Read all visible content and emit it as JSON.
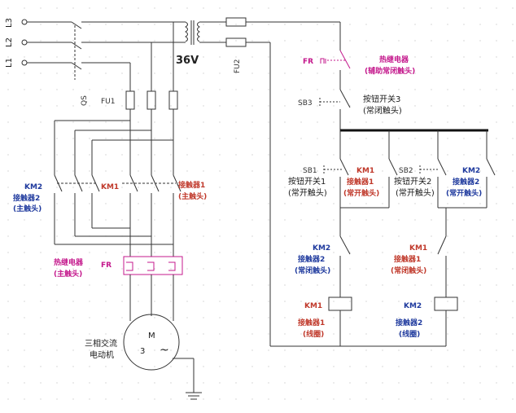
{
  "colors": {
    "km2": "#1f3a9e",
    "km1": "#c0392b",
    "fr": "#c4188c",
    "wire": "#333333",
    "busbar": "#111111"
  },
  "phases": [
    "L3",
    "L2",
    "L1"
  ],
  "transformer_voltage": "36V",
  "fuses": {
    "fu1": "FU1",
    "fu2": "FU2"
  },
  "switch": {
    "qs": "QS"
  },
  "main_circuit": {
    "km2_tag": "KM2",
    "km2_name": "接触器2",
    "km2_role": "(主触头)",
    "km1_tag": "KM1",
    "km1_name": "接触器1",
    "km1_role": "(主触头)",
    "fr_name": "热继电器",
    "fr_role": "(主触头)",
    "fr_tag": "FR"
  },
  "motor": {
    "label_line1": "三相交流",
    "label_line2": "电动机",
    "symbol": "M",
    "phase_count": "3",
    "ac_symbol": "~"
  },
  "control": {
    "fr_tag": "FR",
    "fr_name": "热继电器",
    "fr_role": "(辅助常闭触头)",
    "sb3_tag": "SB3",
    "sb3_name": "按钮开关3",
    "sb3_role": "(常闭触头)",
    "sb1_tag": "SB1",
    "sb1_name": "按钮开关1",
    "sb1_role": "(常开触头)",
    "km1_aux_tag": "KM1",
    "km1_aux_name": "接触器1",
    "km1_aux_role": "(常开触头)",
    "sb2_tag": "SB2",
    "sb2_name": "按钮开关2",
    "sb2_role": "(常开触头)",
    "km2_aux_tag": "KM2",
    "km2_aux_name": "接触器2",
    "km2_aux_role": "(常开触头)",
    "km2_nc_tag": "KM2",
    "km2_nc_name": "接触器2",
    "km2_nc_role": "(常闭触头)",
    "km1_nc_tag": "KM1",
    "km1_nc_name": "接触器1",
    "km1_nc_role": "(常闭触头)",
    "km1_coil_tag": "KM1",
    "km1_coil_name": "接触器1",
    "km1_coil_role": "(线圈)",
    "km2_coil_tag": "KM2",
    "km2_coil_name": "接触器2",
    "km2_coil_role": "(线圈)"
  }
}
